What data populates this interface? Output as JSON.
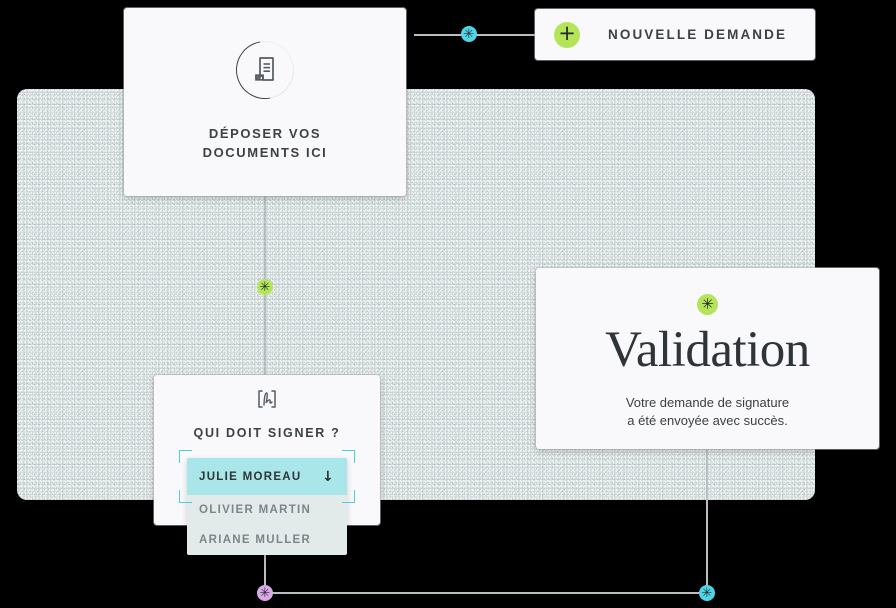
{
  "colors": {
    "accent_green": "#b4e558",
    "accent_cyan": "#4fd5e8",
    "accent_purple": "#dba9e8",
    "selected_row": "#a9e6ea",
    "panel_bg": "#c8d2d2",
    "card_bg": "#f9f9fb",
    "text_dark": "#3c4145"
  },
  "cards": {
    "depot": {
      "icon": "document-icon",
      "caption_line1": "DÉPOSER VOS",
      "caption_line2": "DOCUMENTS ICI"
    },
    "nouvelle_demande": {
      "icon": "plus-icon",
      "label": "NOUVELLE DEMANDE"
    },
    "validation": {
      "badge_icon": "asterisk-icon",
      "title": "Validation",
      "subtitle_line1": "Votre demande de signature",
      "subtitle_line2": "a été envoyée avec succès."
    },
    "signer": {
      "icon": "signature-icon",
      "title": "QUI DOIT SIGNER ?",
      "dropdown": {
        "selected": "JULIE MOREAU",
        "arrow_icon": "arrow-down-icon",
        "options": [
          "OLIVIER MARTIN",
          "ARIANE MULLER"
        ]
      }
    }
  },
  "nodes": [
    {
      "name": "node-top-connector",
      "glyph": "✳",
      "color": "cyan"
    },
    {
      "name": "node-middle-connector",
      "glyph": "✳",
      "color": "green"
    },
    {
      "name": "node-bottom-left",
      "glyph": "✳",
      "color": "purple"
    },
    {
      "name": "node-bottom-right",
      "glyph": "✳",
      "color": "cyan"
    }
  ]
}
